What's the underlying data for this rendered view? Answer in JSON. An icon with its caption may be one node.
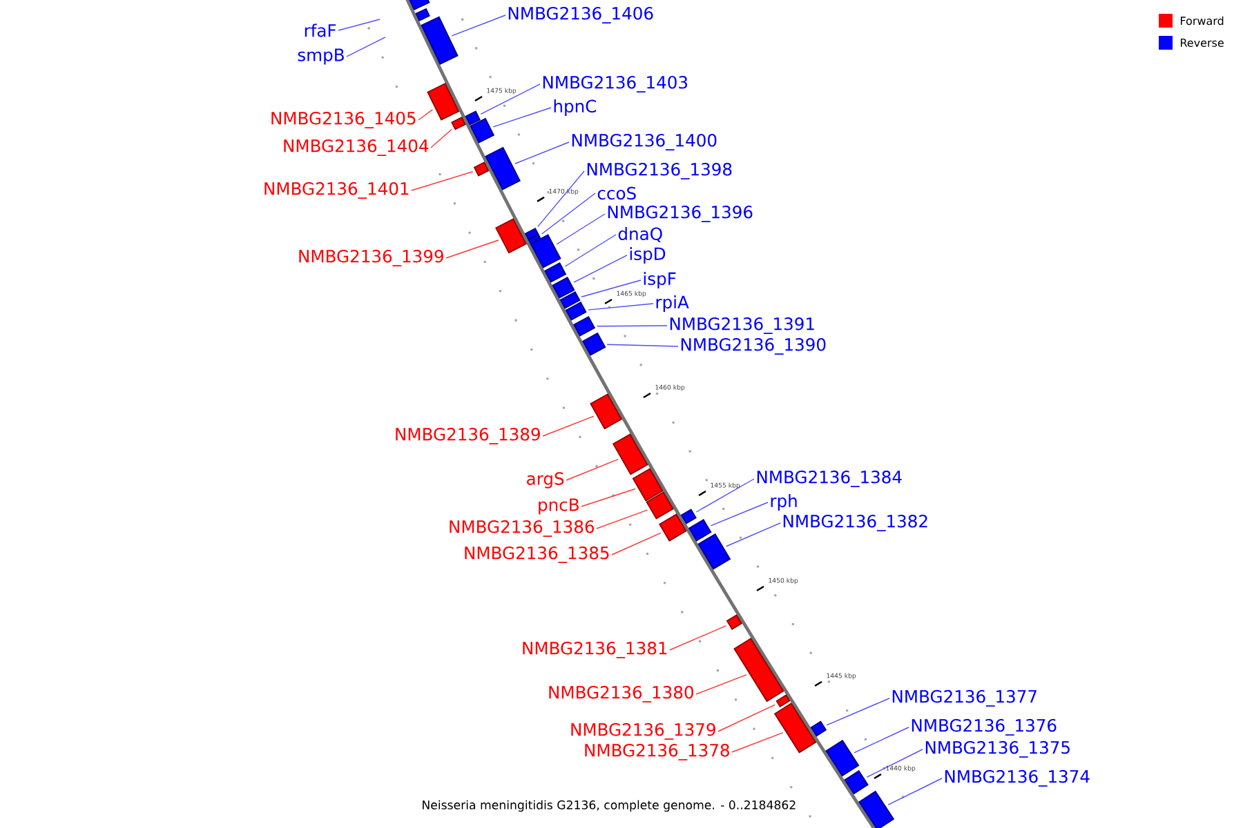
{
  "diagram": {
    "caption": "Neisseria meningitidis G2136, complete genome. - 0..2184862",
    "nodes": [
      {
        "text": [
          "NMBG2136_1406"
        ]
      },
      {
        "text": [
          "rfaF"
        ]
      },
      {
        "text": [
          "smpB"
        ]
      },
      {
        "text": [
          "NMBG2136_1403"
        ]
      },
      {
        "text": [
          "hpnC"
        ]
      },
      {
        "text": [
          "NMBG2136_1405"
        ]
      },
      {
        "text": [
          "NMBG2136_1400"
        ]
      },
      {
        "text": [
          "NMBG2136_1404"
        ]
      },
      {
        "text": [
          "NMBG2136_1398"
        ]
      },
      {
        "text": [
          "NMBG2136_1401"
        ]
      },
      {
        "text": [
          "ccoS"
        ]
      },
      {
        "text": [
          "NMBG2136_1396"
        ]
      },
      {
        "text": [
          "dnaQ"
        ]
      },
      {
        "text": [
          "NMBG2136_1399"
        ]
      },
      {
        "text": [
          "ispD"
        ]
      },
      {
        "text": [
          "ispF"
        ]
      },
      {
        "text": [
          "rpiA"
        ]
      },
      {
        "text": [
          "NMBG2136_1391"
        ]
      },
      {
        "text": [
          "NMBG2136_1390"
        ]
      },
      {
        "text": [
          "NMBG2136_1389"
        ]
      },
      {
        "text": [
          "NMBG2136_1384"
        ]
      },
      {
        "text": [
          "argS"
        ]
      },
      {
        "text": [
          "rph"
        ]
      },
      {
        "text": [
          "pncB"
        ]
      },
      {
        "text": [
          "NMBG2136_1382"
        ]
      },
      {
        "text": [
          "NMBG2136_1386"
        ]
      },
      {
        "text": [
          "NMBG2136_1385"
        ]
      },
      {
        "text": [
          "NMBG2136_1381"
        ]
      },
      {
        "text": [
          "NMBG2136_1380"
        ]
      },
      {
        "text": [
          "NMBG2136_1377"
        ]
      },
      {
        "text": [
          "NMBG2136_1376"
        ]
      },
      {
        "text": [
          "NMBG2136_1379"
        ]
      },
      {
        "text": [
          "NMBG2136_1375"
        ]
      },
      {
        "text": [
          "NMBG2136_1378"
        ]
      },
      {
        "text": [
          "NMBG2136_1374"
        ]
      },
      {
        "text": [],
        "shape": "box"
      },
      {
        "text": [],
        "shape": "box"
      },
      {
        "text": [],
        "shape": "box"
      },
      {
        "text": [],
        "shape": "box"
      },
      {
        "text": [],
        "shape": "box"
      },
      {
        "text": [],
        "shape": "box"
      },
      {
        "text": [],
        "shape": "box"
      },
      {
        "text": [],
        "shape": "box"
      },
      {
        "text": [],
        "shape": "box"
      },
      {
        "text": [],
        "shape": "box"
      },
      {
        "text": [],
        "shape": "box"
      },
      {
        "text": [],
        "shape": "box"
      },
      {
        "text": [],
        "shape": "box"
      },
      {
        "text": [],
        "shape": "box"
      },
      {
        "text": [],
        "shape": "box"
      },
      {
        "text": [],
        "shape": "box"
      },
      {
        "text": [],
        "shape": "box"
      },
      {
        "text": [],
        "shape": "box"
      },
      {
        "text": [],
        "shape": "box"
      },
      {
        "text": [],
        "shape": "box"
      },
      {
        "text": [],
        "shape": "box"
      },
      {
        "text": [],
        "shape": "box"
      },
      {
        "text": [],
        "shape": "box"
      },
      {
        "text": [],
        "shape": "box"
      },
      {
        "text": [],
        "shape": "box"
      },
      {
        "text": [],
        "shape": "box"
      },
      {
        "text": [],
        "shape": "box"
      },
      {
        "text": [],
        "shape": "box"
      },
      {
        "text": [],
        "shape": "box"
      },
      {
        "text": [],
        "shape": "box"
      },
      {
        "text": [],
        "shape": "box"
      },
      {
        "text": [],
        "shape": "box"
      },
      {
        "text": [],
        "shape": "box"
      },
      {
        "text": [],
        "shape": "box"
      },
      {
        "text": [],
        "shape": "box"
      }
    ],
    "edges": [
      {
        "from": 0,
        "to": 37,
        "arrow": "none"
      },
      {
        "from": 1,
        "to": null,
        "arrow": "none"
      },
      {
        "from": 2,
        "to": null,
        "arrow": "none"
      },
      {
        "from": 3,
        "to": 40,
        "arrow": "none"
      },
      {
        "from": 4,
        "to": 41,
        "arrow": "none"
      },
      {
        "from": 5,
        "to": 38,
        "arrow": "none",
        "color": "#ff3333"
      },
      {
        "from": 6,
        "to": 43,
        "arrow": "none"
      },
      {
        "from": 7,
        "to": 39,
        "arrow": "none",
        "color": "#ff3333"
      },
      {
        "from": 8,
        "to": 45,
        "arrow": "none"
      },
      {
        "from": 9,
        "to": 42,
        "arrow": "none",
        "color": "#ff3333"
      },
      {
        "from": 10,
        "to": 46,
        "arrow": "none"
      },
      {
        "from": 11,
        "to": 47,
        "arrow": "none"
      },
      {
        "from": 12,
        "to": 48,
        "arrow": "none"
      },
      {
        "from": 13,
        "to": 44,
        "arrow": "none",
        "color": "#ff3333"
      },
      {
        "from": 14,
        "to": 49,
        "arrow": "none"
      },
      {
        "from": 15,
        "to": 50,
        "arrow": "none"
      },
      {
        "from": 16,
        "to": 51,
        "arrow": "none"
      },
      {
        "from": 17,
        "to": 52,
        "arrow": "none"
      },
      {
        "from": 18,
        "to": 53,
        "arrow": "none"
      },
      {
        "from": 19,
        "to": 54,
        "arrow": "none",
        "color": "#ff3333"
      },
      {
        "from": 20,
        "to": 58,
        "arrow": "none"
      },
      {
        "from": 21,
        "to": 55,
        "arrow": "none",
        "color": "#ff3333"
      },
      {
        "from": 22,
        "to": 60,
        "arrow": "none"
      },
      {
        "from": 23,
        "to": 56,
        "arrow": "none",
        "color": "#ff3333"
      },
      {
        "from": 24,
        "to": 61,
        "arrow": "none"
      },
      {
        "from": 25,
        "to": 57,
        "arrow": "none",
        "color": "#ff3333"
      },
      {
        "from": 26,
        "to": 59,
        "arrow": "none",
        "color": "#ff3333"
      },
      {
        "from": 27,
        "to": 62,
        "arrow": "none",
        "color": "#ff3333"
      },
      {
        "from": 28,
        "to": 63,
        "arrow": "none",
        "color": "#ff3333"
      },
      {
        "from": 29,
        "to": 66,
        "arrow": "none"
      },
      {
        "from": 30,
        "to": 67,
        "arrow": "none"
      },
      {
        "from": 31,
        "to": 64,
        "arrow": "none",
        "color": "#ff3333"
      },
      {
        "from": 32,
        "to": 68,
        "arrow": "none"
      },
      {
        "from": 33,
        "to": 65,
        "arrow": "none",
        "color": "#ff3333"
      },
      {
        "from": 34,
        "to": 69,
        "arrow": "none"
      }
    ],
    "labels": [
      "1475 kbp",
      "1470 kbp",
      "1465 kbp",
      "1460 kbp",
      "1455 kbp",
      "1450 kbp",
      "1445 kbp",
      "1440 kbp"
    ],
    "legend": [
      {
        "text": "Forward",
        "color": "#ff0000"
      },
      {
        "text": "Reverse",
        "color": "#0000ff"
      }
    ]
  }
}
